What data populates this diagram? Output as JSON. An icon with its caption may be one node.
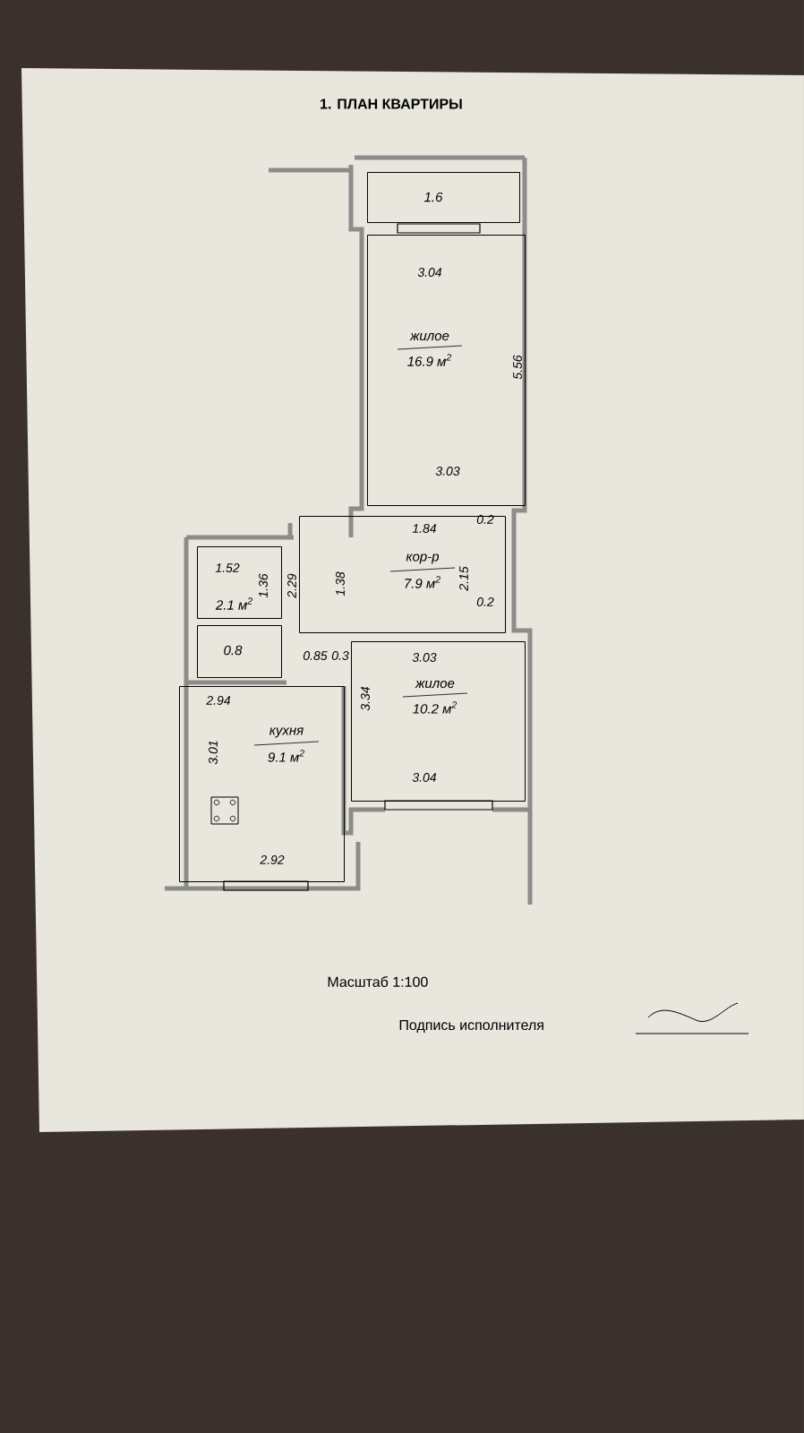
{
  "diagram": {
    "title": "1. ПЛАН КВАРТИРЫ",
    "nodes": [
      {
        "text": [
          "1.6"
        ]
      },
      {
        "text": [
          "жилое",
          "16.9 м$^{2}$"
        ]
      },
      {
        "text": [
          "кор-р",
          "7.9 м$^{2}$"
        ]
      },
      {
        "text": [
          "2.1 м$^{2}$"
        ]
      },
      {
        "text": [
          "0.8"
        ]
      },
      {
        "text": [
          "кухня",
          "9.1 м$^{2}$"
        ]
      },
      {
        "text": [
          "жилое",
          "10.2 м$^{2}$"
        ]
      }
    ],
    "labels": [
      "3.04",
      "5.56",
      "3.03",
      "1.84",
      "0.2",
      "2.15",
      "1.52",
      "1.36",
      "2.29",
      "1.38",
      "0.2",
      "0.85",
      "0.3",
      "3.03",
      "2.94",
      "3.34",
      "3.01",
      "3.04",
      "2.92",
      "Масштаб 1:100",
      "Подпись исполнителя"
    ]
  }
}
